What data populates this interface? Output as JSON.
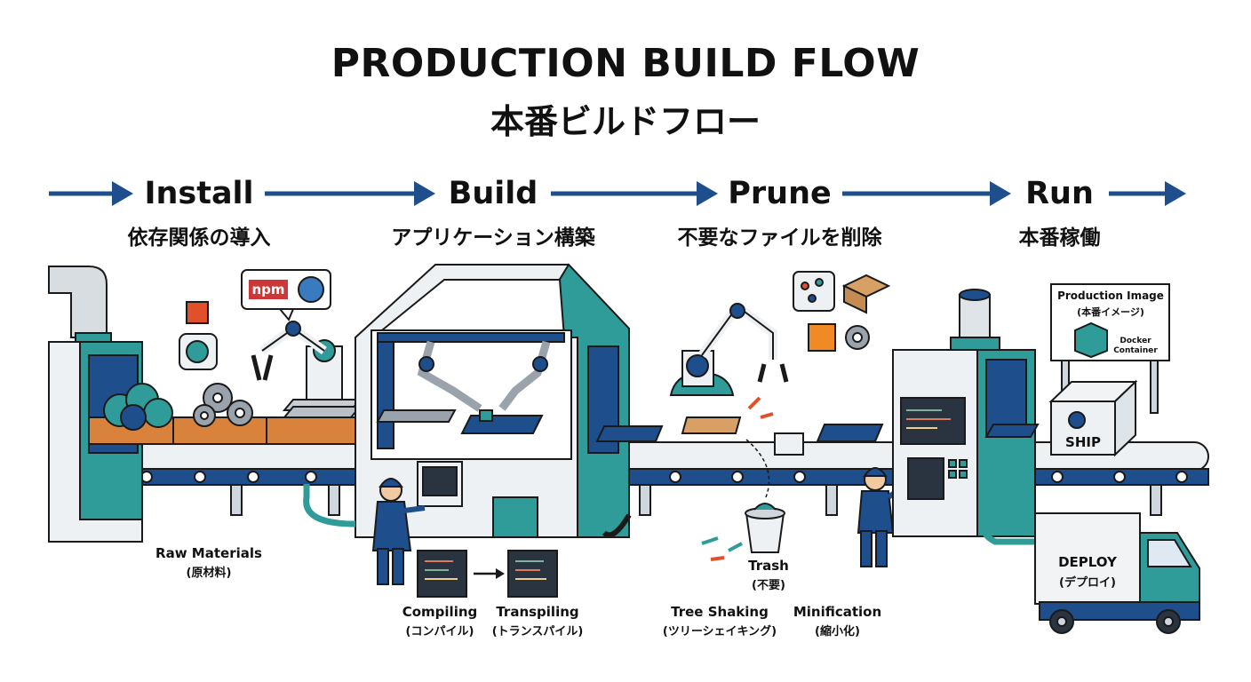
{
  "title": {
    "en": "PRODUCTION BUILD FLOW",
    "ja": "本番ビルドフロー"
  },
  "stages": [
    {
      "en": "Install",
      "ja": "依存関係の導入"
    },
    {
      "en": "Build",
      "ja": "アプリケーション構築"
    },
    {
      "en": "Prune",
      "ja": "不要なファイルを削除"
    },
    {
      "en": "Run",
      "ja": "本番稼働"
    }
  ],
  "labels": {
    "npm": "npm",
    "raw_materials": {
      "en": "Raw Materials",
      "ja": "(原材料)"
    },
    "compiling": {
      "en": "Compiling",
      "ja": "(コンパイル)"
    },
    "transpiling": {
      "en": "Transpiling",
      "ja": "(トランスパイル)"
    },
    "trash": {
      "en": "Trash",
      "ja": "(不要)"
    },
    "tree_shaking": {
      "en": "Tree Shaking",
      "ja": "(ツリーシェイキング)"
    },
    "minification": {
      "en": "Minification",
      "ja": "(縮小化)"
    },
    "production_image": {
      "en": "Production Image",
      "ja": "(本番イメージ)"
    },
    "docker_container": {
      "line1": "Docker",
      "line2": "Container"
    },
    "ship": "SHIP",
    "deploy": {
      "en": "DEPLOY",
      "ja": "(デプロイ)"
    }
  },
  "colors": {
    "navy": "#1f4e8c",
    "teal": "#2f9c9a",
    "outline": "#1a1a1a",
    "wood": "#d9823b",
    "light": "#eef1f4",
    "accent_orange": "#f08a24"
  }
}
